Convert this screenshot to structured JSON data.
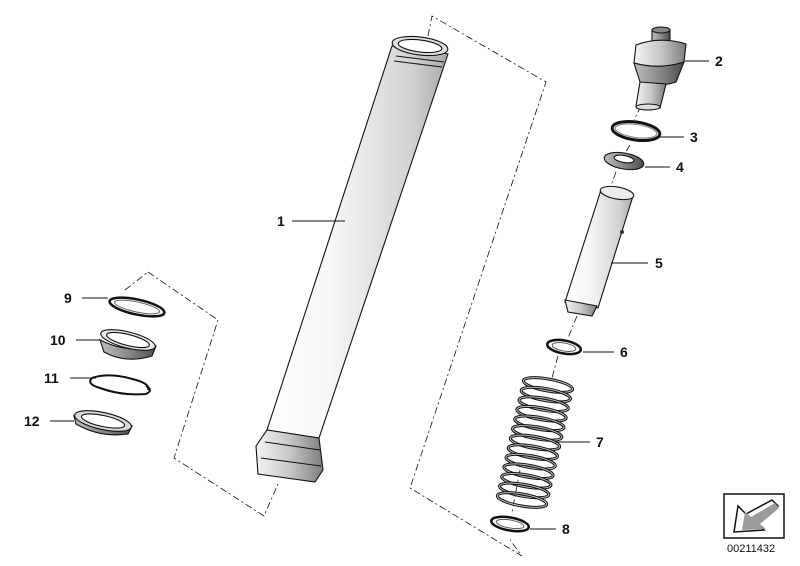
{
  "callouts": {
    "c1": "1",
    "c2": "2",
    "c3": "3",
    "c4": "4",
    "c5": "5",
    "c6": "6",
    "c7": "7",
    "c8": "8",
    "c9": "9",
    "c10": "10",
    "c11": "11",
    "c12": "12"
  },
  "footer": {
    "doc_number": "00211432"
  },
  "icons": {
    "nav": "arrow-back-icon"
  }
}
